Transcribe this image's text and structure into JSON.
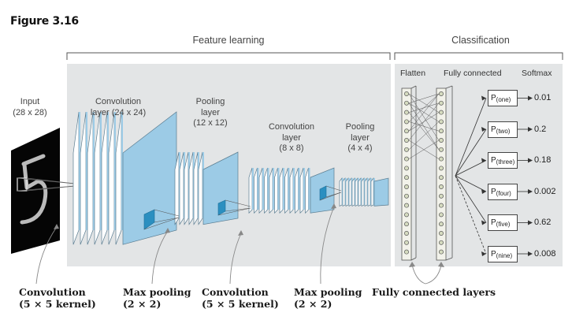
{
  "figure_title": "Figure 3.16",
  "sections": {
    "feature_learning": "Feature learning",
    "classification": "Classification"
  },
  "input": {
    "label": "Input",
    "size": "(28 x 28)"
  },
  "layers": {
    "conv1": {
      "line1": "Convolution",
      "line2": "layer (24 x 24)"
    },
    "pool1": {
      "line1": "Pooling",
      "line2": "layer",
      "line3": "(12 x 12)"
    },
    "conv2": {
      "line1": "Convolution",
      "line2": "layer",
      "line3": "(8 x 8)"
    },
    "pool2": {
      "line1": "Pooling",
      "line2": "layer",
      "line3": "(4 x 4)"
    }
  },
  "classification_headers": {
    "flatten": "Flatten",
    "fully_connected": "Fully connected",
    "softmax": "Softmax"
  },
  "outputs": [
    {
      "label": "P",
      "sub": "(one)",
      "value": "0.01"
    },
    {
      "label": "P",
      "sub": "(two)",
      "value": "0.2"
    },
    {
      "label": "P",
      "sub": "(three)",
      "value": "0.18"
    },
    {
      "label": "P",
      "sub": "(four)",
      "value": "0.002"
    },
    {
      "label": "P",
      "sub": "(five)",
      "value": "0.62"
    },
    {
      "label": "P",
      "sub": "(nine)",
      "value": "0.008"
    }
  ],
  "annotations": {
    "conv1": {
      "line1": "Convolution",
      "line2": "(5 × 5 kernel)"
    },
    "pool1": {
      "line1": "Max pooling",
      "line2": "(2 × 2)"
    },
    "conv2": {
      "line1": "Convolution",
      "line2": "(5 × 5 kernel)"
    },
    "pool2": {
      "line1": "Max pooling",
      "line2": "(2 × 2)"
    },
    "fc": {
      "line1": "Fully connected layers"
    }
  },
  "colors": {
    "panel_bg": "#e3e5e6",
    "feature_map_blue": "#9ccbe6",
    "feature_map_dark": "#6aa9cf",
    "kernel_blue": "#2b8fc0",
    "neuron_green": "#d6dcc0"
  }
}
